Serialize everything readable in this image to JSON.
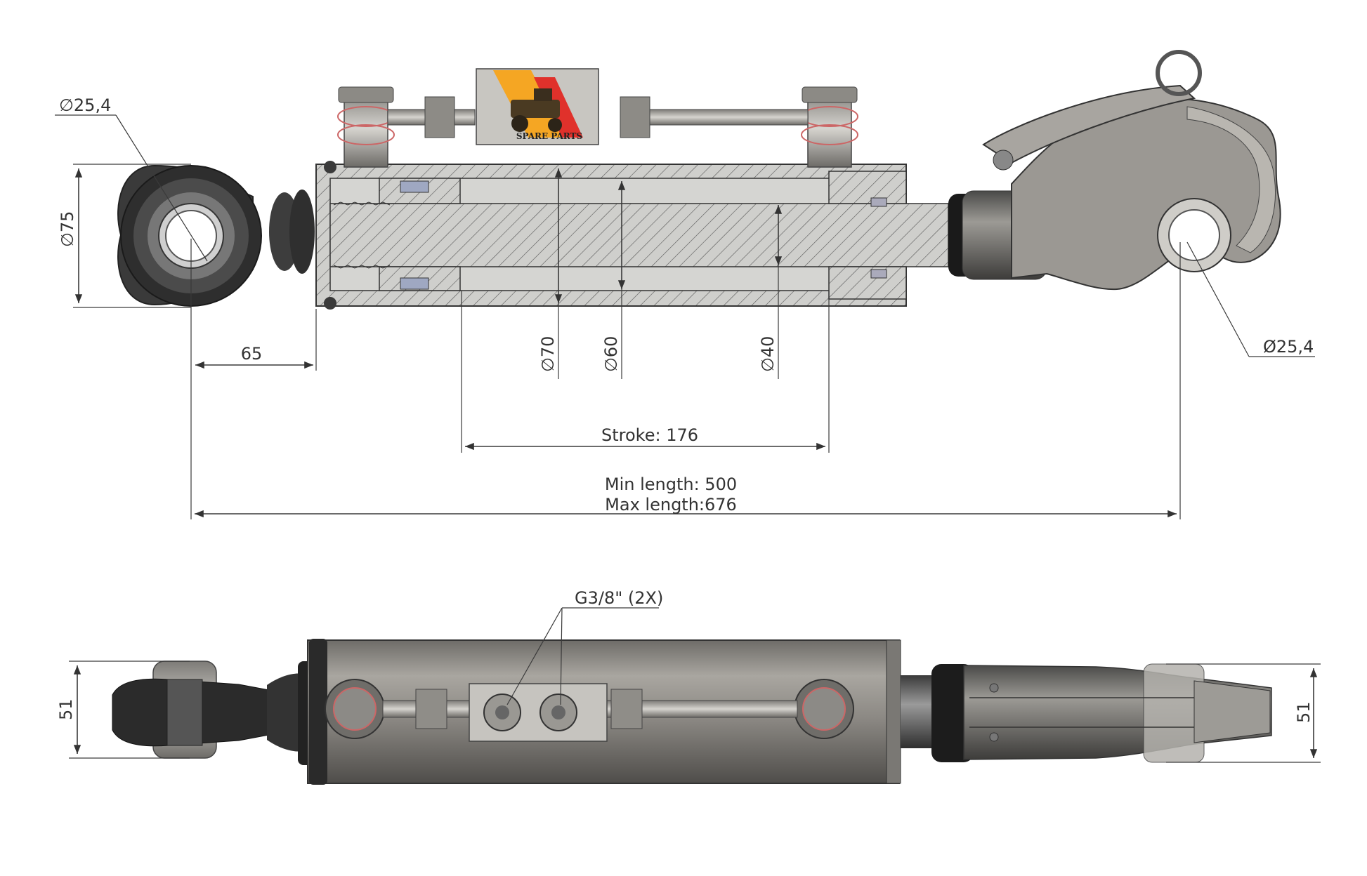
{
  "logo": {
    "text": "SPARE PARTS"
  },
  "dimensions": {
    "eye_bore": "∅25,4",
    "eye_outer": "∅75",
    "eye_offset": "65",
    "bore_70": "∅70",
    "bore_60": "∅60",
    "rod_40": "∅40",
    "hook_bore": "Ø25,4",
    "stroke": "Stroke: 176",
    "min_length": "Min length: 500",
    "max_length": "Max length:676",
    "port": "G3/8\" (2X)",
    "width_left": "51",
    "width_right": "51"
  },
  "colors": {
    "metal_light": "#b5b3ae",
    "metal_mid": "#8a8884",
    "metal_dark": "#4a4a48",
    "section_fill": "#c9c9c6",
    "outline": "#333333",
    "logo_orange": "#f5a623",
    "logo_red": "#e0312b"
  }
}
